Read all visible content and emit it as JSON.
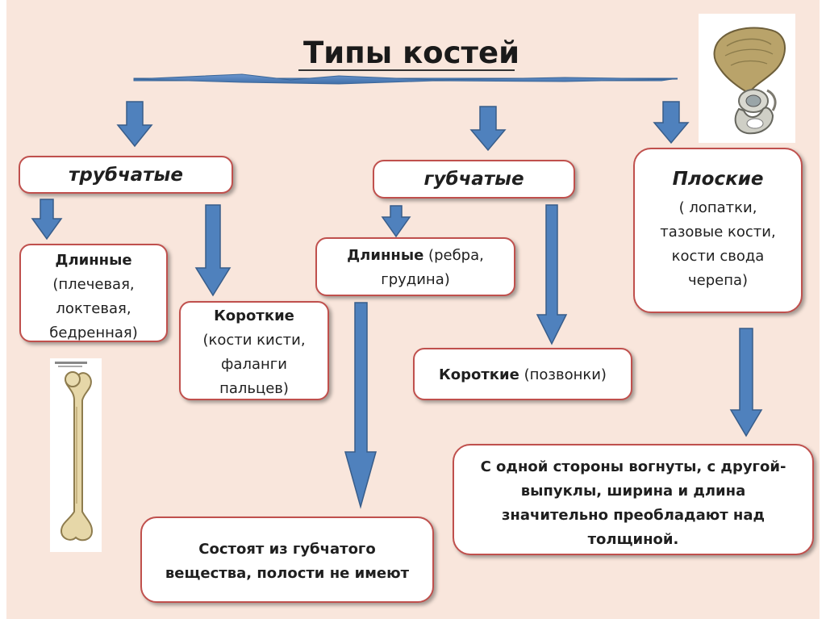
{
  "title": "Типы костей",
  "colors": {
    "background": "#f9e6dc",
    "arrow_fill": "#4f81bd",
    "box_border": "#c0504d"
  },
  "boxes": {
    "tubular": {
      "label": "трубчатые"
    },
    "spongy": {
      "label": "губчатые"
    },
    "flat": {
      "label": "Плоские",
      "lines": [
        "( лопатки,",
        "тазовые кости,",
        "кости свода",
        "черепа)"
      ]
    },
    "tubular_long": {
      "bold": "Длинные",
      "lines": [
        "(плечевая,",
        "локтевая,",
        "бедренная)"
      ]
    },
    "tubular_short": {
      "bold": "Короткие",
      "lines": [
        "(кости кисти,",
        "фаланги",
        "пальцев)"
      ]
    },
    "spongy_long": {
      "bold": "Длинные",
      "rest": " (ребра,",
      "line2": "грудина)"
    },
    "spongy_short": {
      "bold": "Короткие",
      "rest": " (позвонки)"
    },
    "spongy_note": {
      "lines": [
        "Состоят из губчатого",
        "вещества, полости не имеют"
      ]
    },
    "flat_note": {
      "lines": [
        "С одной стороны вогнуты, с другой-",
        "выпуклы, ширина и длина",
        "значительно преобладают над",
        "толщиной."
      ]
    }
  },
  "images": {
    "pelvis": "pelvis-bone-image",
    "femur": "femur-bone-image"
  }
}
